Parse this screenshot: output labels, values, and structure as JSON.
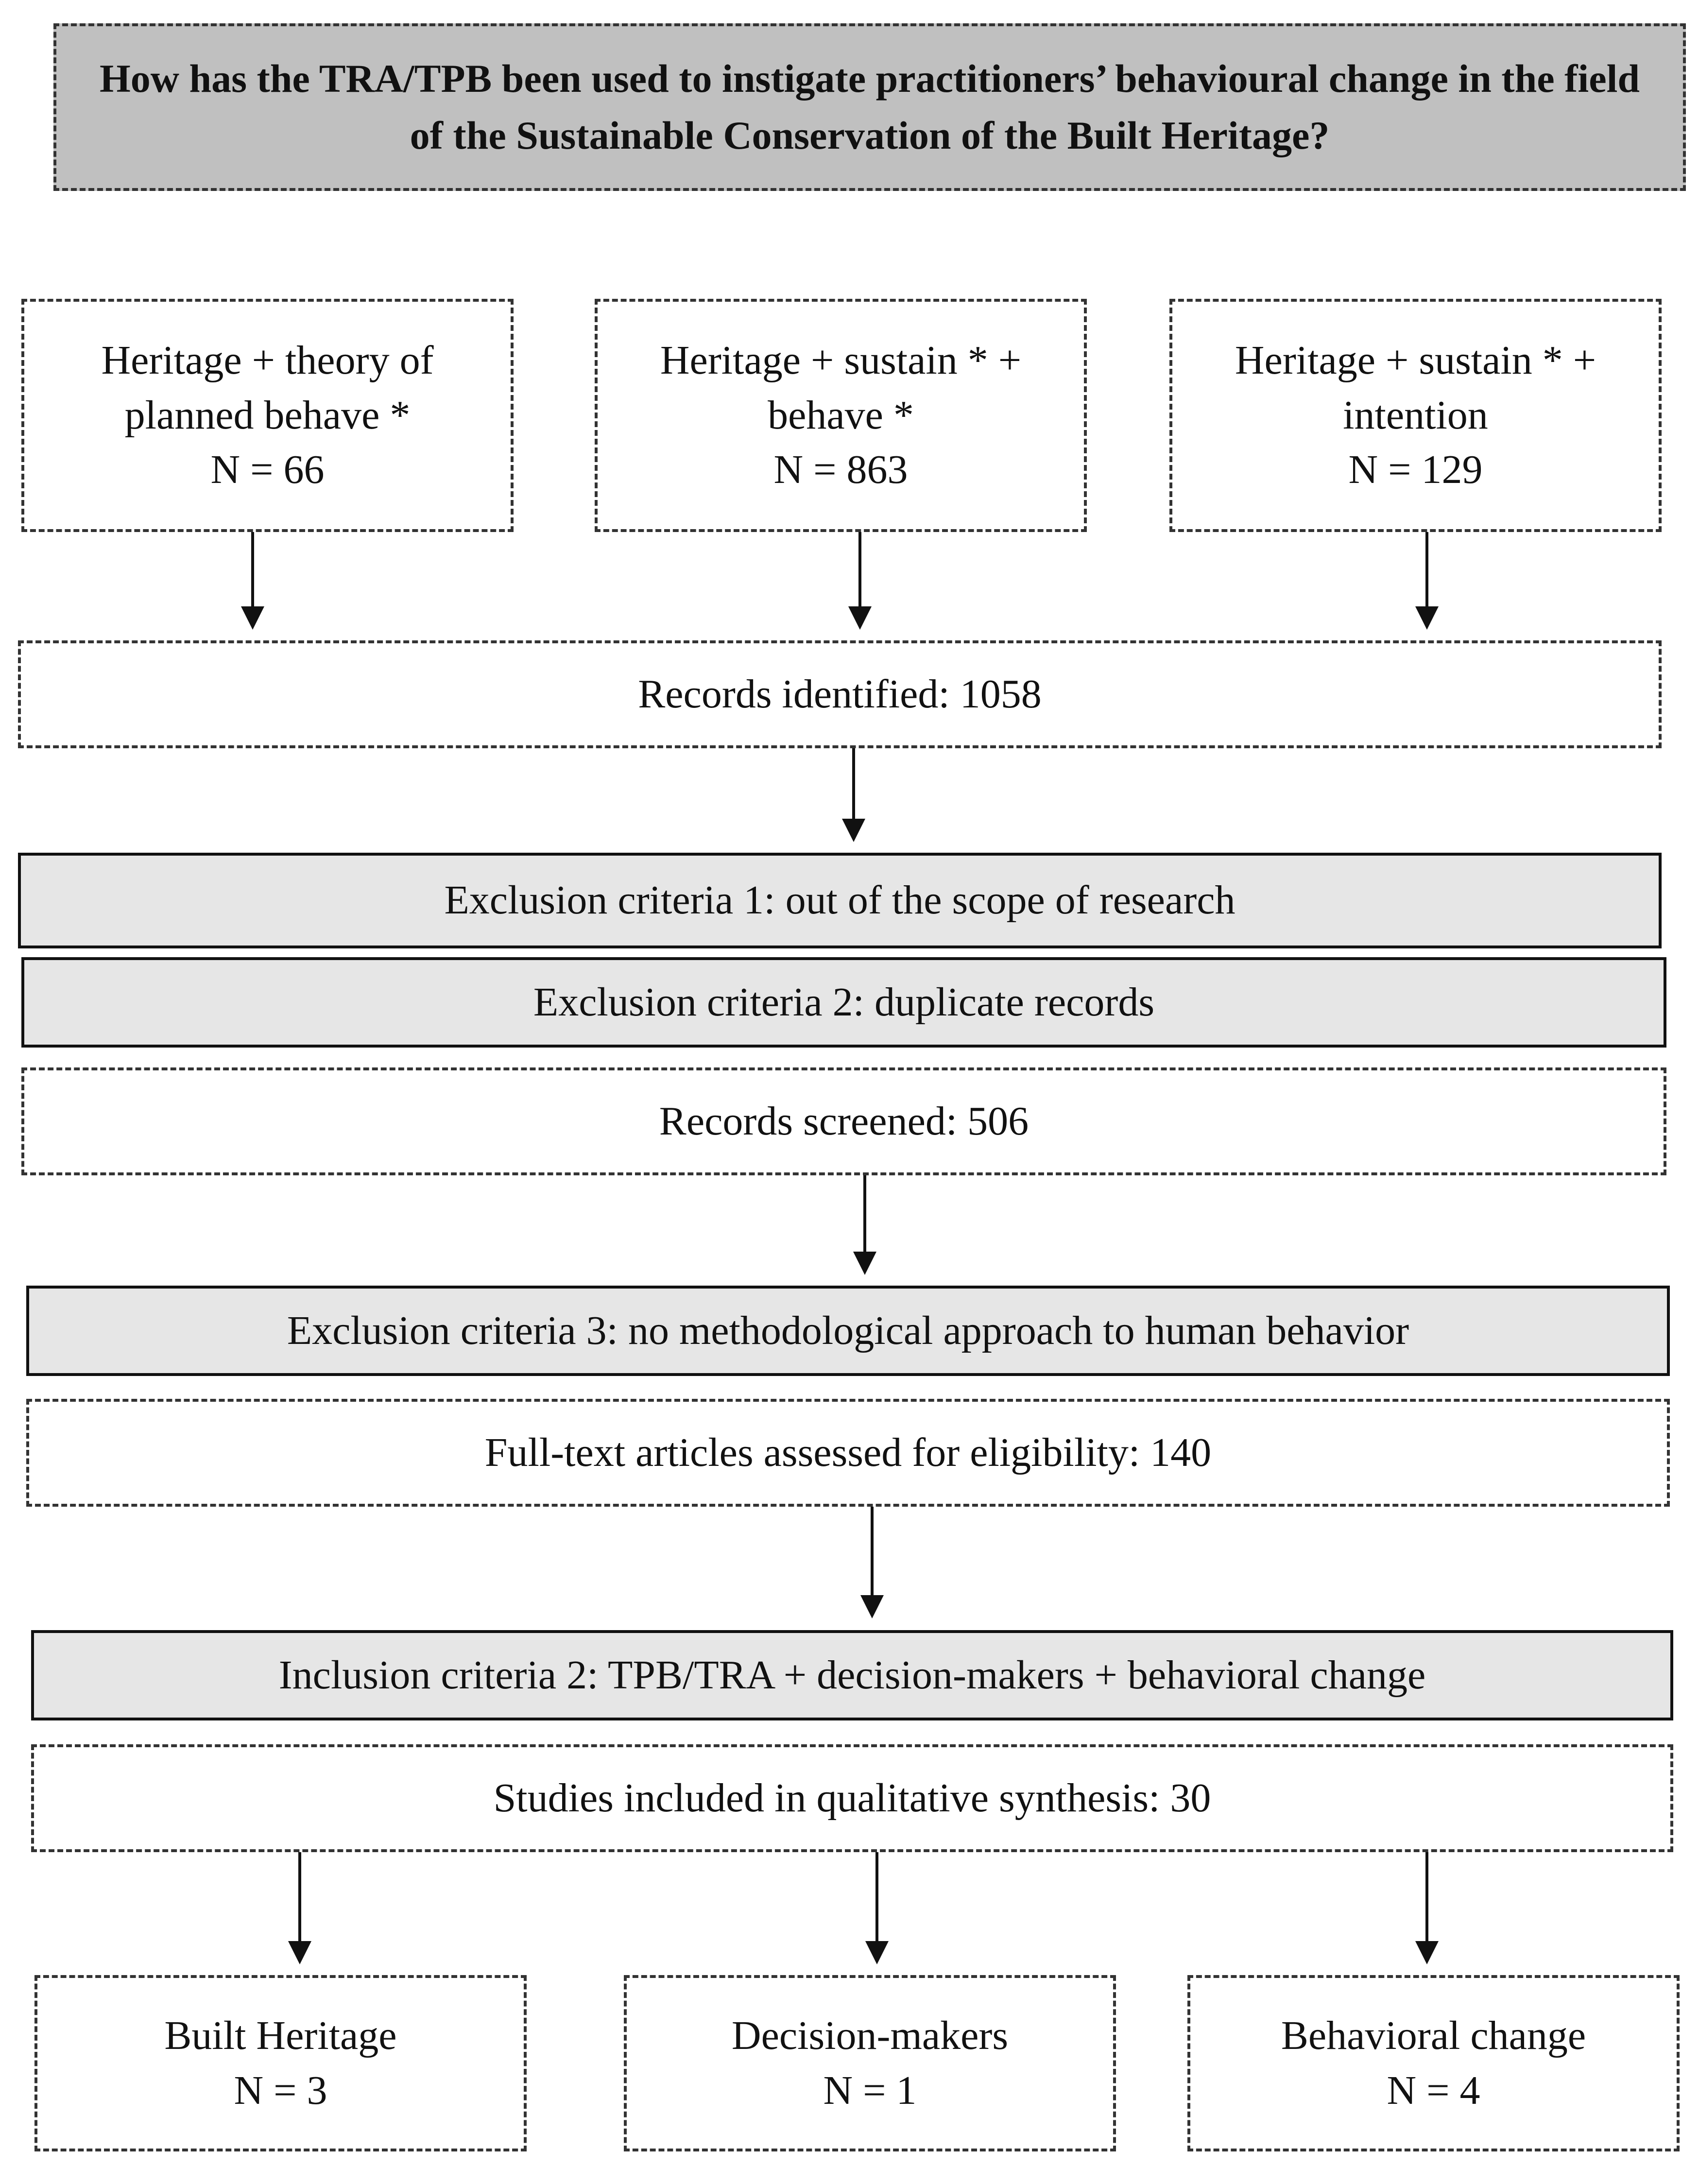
{
  "question": "How has the TRA/TPB been used to instigate practitioners’ behavioural change in the field of the Sustainable Conservation of the Built Heritage?",
  "searches": [
    {
      "line1": "Heritage + theory of",
      "line2": "planned behave *",
      "count": "N = 66"
    },
    {
      "line1": "Heritage + sustain * +",
      "line2": "behave *",
      "count": "N = 863"
    },
    {
      "line1": "Heritage + sustain * +",
      "line2": "intention",
      "count": "N = 129"
    }
  ],
  "records_identified": "Records identified: 1058",
  "exclusion_1": "Exclusion criteria 1: out of the scope of research",
  "exclusion_2": "Exclusion criteria 2: duplicate records",
  "records_screened": "Records screened: 506",
  "exclusion_3": "Exclusion criteria 3: no methodological approach to human behavior",
  "full_text": "Full-text articles assessed for eligibility: 140",
  "inclusion_2": "Inclusion criteria 2: TPB/TRA + decision-makers + behavioral change",
  "included": "Studies included in qualitative synthesis: 30",
  "outcomes": [
    {
      "label": "Built Heritage",
      "count": "N = 3"
    },
    {
      "label": "Decision-makers",
      "count": "N = 1"
    },
    {
      "label": "Behavioral change",
      "count": "N = 4"
    }
  ]
}
